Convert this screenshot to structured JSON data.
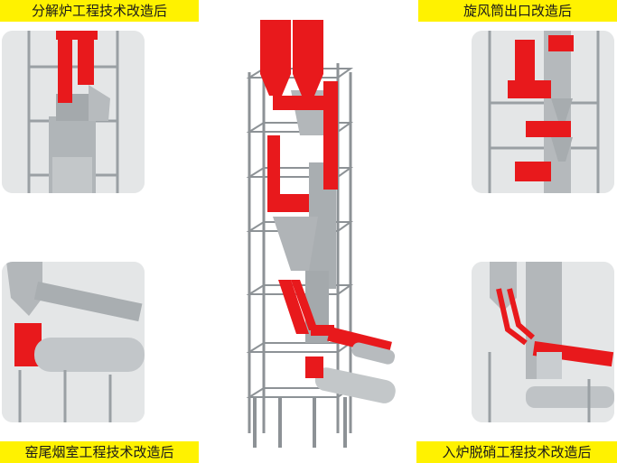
{
  "labels": {
    "top_left": "分解炉工程技术改造后",
    "top_right": "旋风筒出口改造后",
    "bottom_left": "窑尾烟室工程技术改造后",
    "bottom_right": "入炉脱硝工程技术改造后"
  },
  "colors": {
    "highlight": "#e8191c",
    "label_bg": "#fff200",
    "equipment_gray": "#a9aeb1",
    "frame_gray": "#8d9296"
  }
}
